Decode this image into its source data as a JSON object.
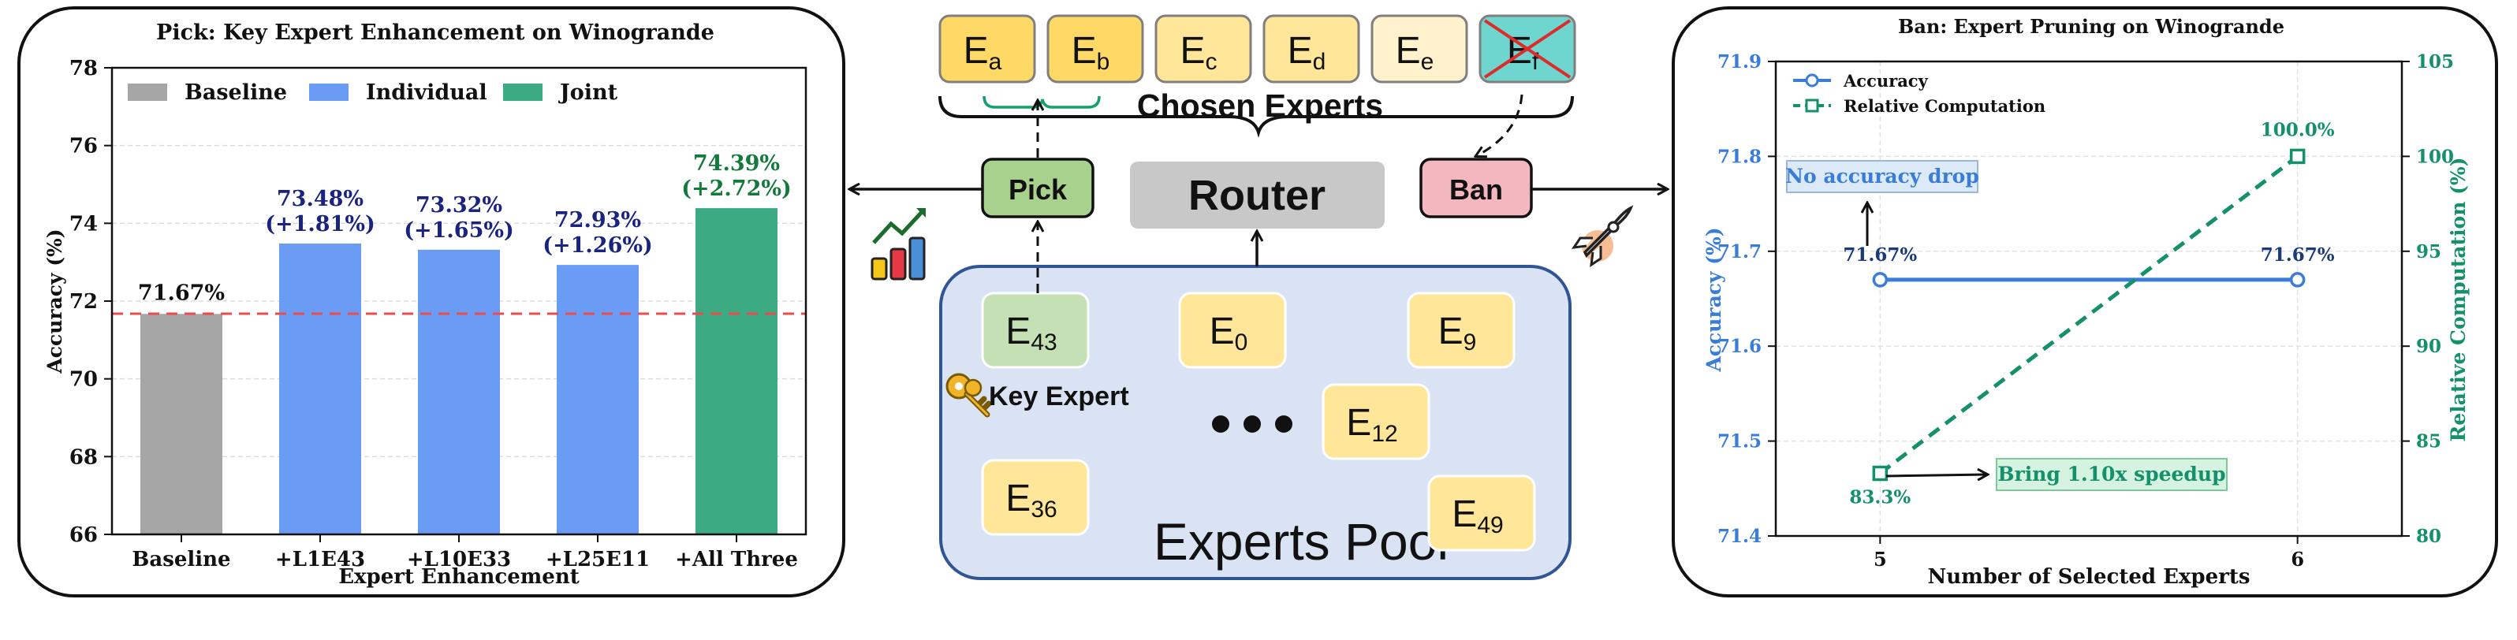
{
  "left_chart": {
    "title": "Pick: Key Expert Enhancement on Winogrande",
    "xlabel": "Expert Enhancement",
    "ylabel": "Accuracy (%)",
    "yticks": [
      "66",
      "68",
      "70",
      "72",
      "74",
      "76",
      "78"
    ],
    "legend": [
      "Baseline",
      "Individual",
      "Joint"
    ],
    "bars": [
      {
        "label": "Baseline",
        "pct": "71.67%",
        "delta": ""
      },
      {
        "label": "+L1E43",
        "pct": "73.48%",
        "delta": "(+1.81%)"
      },
      {
        "label": "+L10E33",
        "pct": "73.32%",
        "delta": "(+1.65%)"
      },
      {
        "label": "+L25E11",
        "pct": "72.93%",
        "delta": "(+1.26%)"
      },
      {
        "label": "+All Three",
        "pct": "74.39%",
        "delta": "(+2.72%)"
      }
    ]
  },
  "diagram": {
    "chosen_experts_label": "Chosen Experts",
    "experts_top": [
      {
        "base": "E",
        "sub": "a"
      },
      {
        "base": "E",
        "sub": "b"
      },
      {
        "base": "E",
        "sub": "c"
      },
      {
        "base": "E",
        "sub": "d"
      },
      {
        "base": "E",
        "sub": "e"
      },
      {
        "base": "E",
        "sub": "f"
      }
    ],
    "pick_label": "Pick",
    "router_label": "Router",
    "ban_label": "Ban",
    "pool_label": "Experts Pool",
    "key_expert_label": "Key Expert",
    "pool_experts": [
      {
        "base": "E",
        "sub": "43"
      },
      {
        "base": "E",
        "sub": "0"
      },
      {
        "base": "E",
        "sub": "9"
      },
      {
        "base": "E",
        "sub": "12"
      },
      {
        "base": "E",
        "sub": "36"
      },
      {
        "base": "E",
        "sub": "49"
      }
    ]
  },
  "right_chart": {
    "title": "Ban: Expert Pruning on Winogrande",
    "xlabel": "Number of Selected Experts",
    "ylabel_left": "Accuracy (%)",
    "ylabel_right": "Relative Computation (%)",
    "xticks": [
      "5",
      "6"
    ],
    "yticks_left": [
      "71.4",
      "71.5",
      "71.6",
      "71.7",
      "71.8",
      "71.9"
    ],
    "yticks_right": [
      "80",
      "85",
      "90",
      "95",
      "100",
      "105"
    ],
    "legend": [
      "Accuracy",
      "Relative Computation"
    ],
    "acc_labels": [
      "71.67%",
      "71.67%"
    ],
    "comp_labels": [
      "83.3%",
      "100.0%"
    ],
    "annot_no_drop": "No accuracy drop",
    "annot_speedup": "Bring 1.10x speedup"
  },
  "chart_data": [
    {
      "type": "bar",
      "title": "Pick: Key Expert Enhancement on Winogrande",
      "xlabel": "Expert Enhancement",
      "ylabel": "Accuracy (%)",
      "categories": [
        "Baseline",
        "+L1E43",
        "+L10E33",
        "+L25E11",
        "+All Three"
      ],
      "values": [
        71.67,
        73.48,
        73.32,
        72.93,
        74.39
      ],
      "groups": [
        "Baseline",
        "Individual",
        "Individual",
        "Individual",
        "Joint"
      ],
      "ylim": [
        66,
        78
      ],
      "baseline_reference": 71.67,
      "grid": true,
      "legend_position": "top-left",
      "colors": {
        "Baseline": "#a6a6a6",
        "Individual": "#6b9cf5",
        "Joint": "#3caa82",
        "reference": "#e84c4c"
      }
    },
    {
      "type": "line",
      "title": "Ban: Expert Pruning on Winogrande",
      "xlabel": "Number of Selected Experts",
      "ylabel": "Accuracy (%)",
      "ylabel_right": "Relative Computation (%)",
      "x": [
        5,
        6
      ],
      "xlim": [
        4.75,
        6.25
      ],
      "series": [
        {
          "name": "Accuracy",
          "axis": "left",
          "values": [
            71.67,
            71.67
          ],
          "color": "#3a7dd8"
        },
        {
          "name": "Relative Computation",
          "axis": "right",
          "values": [
            83.3,
            100.0
          ],
          "color": "#14906a"
        }
      ],
      "ylim": [
        71.4,
        71.9
      ],
      "ylim_right": [
        80,
        105
      ],
      "grid": true,
      "legend_position": "top-left"
    }
  ]
}
